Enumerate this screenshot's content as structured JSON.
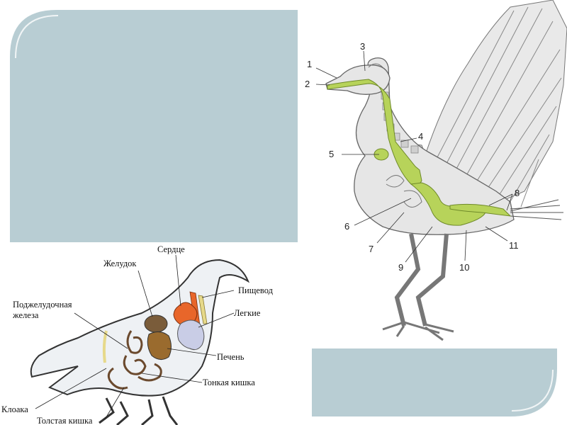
{
  "slide": {
    "panel_color": "#b8cdd3",
    "frame_color": "#ffffff"
  },
  "skeleton_diagram": {
    "numbers": [
      "1",
      "2",
      "3",
      "4",
      "5",
      "6",
      "7",
      "8",
      "9",
      "10",
      "11"
    ],
    "highlight_color": "#b7d35a"
  },
  "organs_diagram": {
    "labels": {
      "heart": "Сердце",
      "stomach": "Желудок",
      "esophagus": "Пищевод",
      "pancreas_line1": "Поджелудочная",
      "pancreas_line2": "железа",
      "lungs": "Легкие",
      "liver": "Печень",
      "small_intestine": "Тонкая кишка",
      "cloaca": "Клоака",
      "large_intestine": "Толстая кишка"
    },
    "colors": {
      "heart": "#e8662a",
      "stomach": "#7a5c3a",
      "liver": "#9a6b2e",
      "lungs": "#c9cde6",
      "gland": "#e6d98a"
    }
  }
}
